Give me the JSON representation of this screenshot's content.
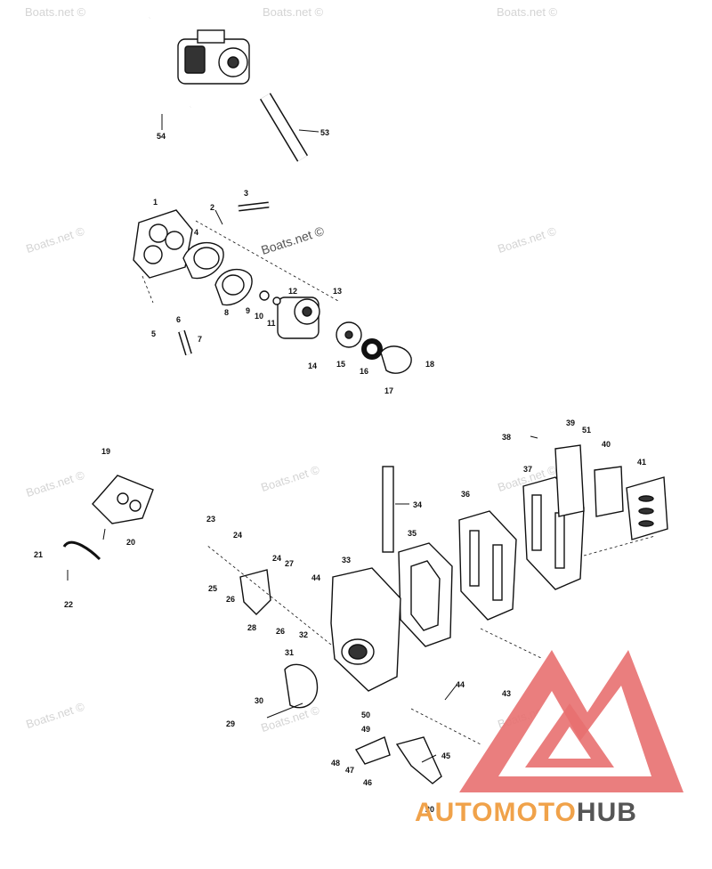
{
  "watermark": "Boats.net ©",
  "watermark_color": "#d4d4d4",
  "logo": {
    "part1": "AUTOMOTO",
    "part2": "HUB",
    "accent": "#f0a24a",
    "triangle_color": "#e87070",
    "dark": "#555555"
  },
  "labels": [
    "1",
    "2",
    "3",
    "4",
    "5",
    "6",
    "7",
    "8",
    "9",
    "10",
    "11",
    "12",
    "13",
    "14",
    "15",
    "16",
    "17",
    "18",
    "19",
    "20",
    "21",
    "22",
    "23",
    "24",
    "24",
    "25",
    "26",
    "26",
    "27",
    "28",
    "29",
    "30",
    "31",
    "32",
    "33",
    "34",
    "35",
    "36",
    "37",
    "38",
    "39",
    "40",
    "41",
    "43",
    "44",
    "44",
    "45",
    "46",
    "47",
    "48",
    "49",
    "50",
    "51",
    "53",
    "54",
    "20"
  ]
}
